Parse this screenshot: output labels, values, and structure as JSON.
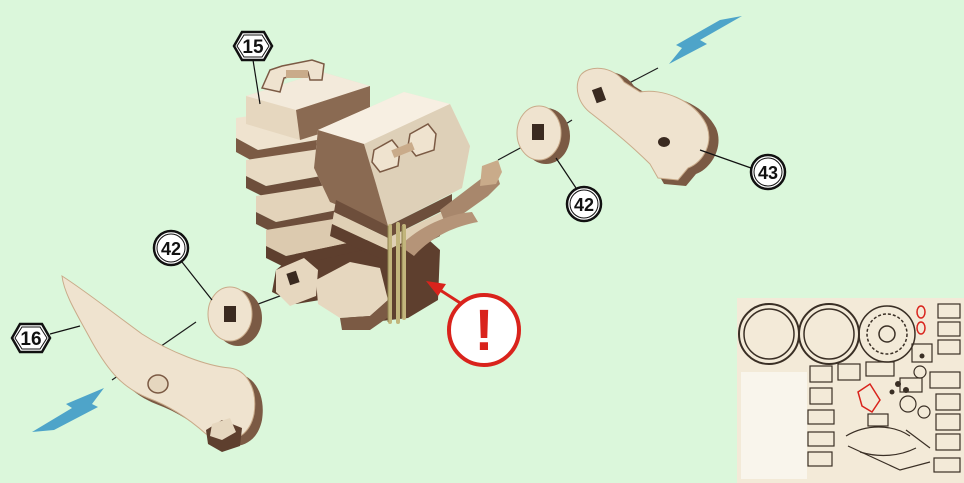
{
  "diagram": {
    "colors": {
      "background": "#dbf7db",
      "wood_light": "#efe3cf",
      "wood_mid": "#c9ab8a",
      "wood_dark": "#7b5a44",
      "wood_shadow": "#5e3f2e",
      "arrow_blue": "#4ea4c9",
      "warning_red": "#d9231c",
      "callout_ink": "#111111",
      "sheet_bg": "#f3ead8",
      "sheet_line": "#3a2f25",
      "brass": "#c2b57c"
    },
    "callouts": {
      "part_15": "15",
      "part_16": "16",
      "part_42_left": "42",
      "part_42_right": "42",
      "part_43": "43"
    },
    "warning_symbol": "!",
    "arrows": [
      "push-arrow-top-right",
      "push-arrow-bottom-left"
    ]
  }
}
